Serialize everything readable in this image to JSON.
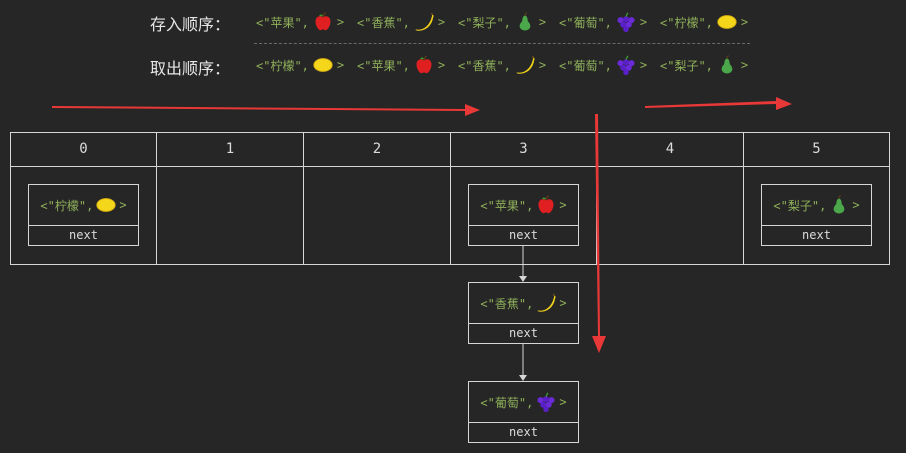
{
  "rows": {
    "in_label": "存入顺序：",
    "out_label": "取出顺序：",
    "in_items": [
      {
        "text": "<\"苹果\",",
        "fruit": "apple-icon",
        "close": ">"
      },
      {
        "text": "<\"香蕉\",",
        "fruit": "banana-icon",
        "close": ">"
      },
      {
        "text": "<\"梨子\",",
        "fruit": "pear-icon",
        "close": ">"
      },
      {
        "text": "<\"葡萄\",",
        "fruit": "grape-icon",
        "close": ">"
      },
      {
        "text": "<\"柠檬\",",
        "fruit": "lemon-icon",
        "close": ">"
      }
    ],
    "out_items": [
      {
        "text": "<\"柠檬\",",
        "fruit": "lemon-icon",
        "close": ">"
      },
      {
        "text": "<\"苹果\",",
        "fruit": "apple-icon",
        "close": ">"
      },
      {
        "text": "<\"香蕉\",",
        "fruit": "banana-icon",
        "close": ">"
      },
      {
        "text": "<\"葡萄\",",
        "fruit": "grape-icon",
        "close": ">"
      },
      {
        "text": "<\"梨子\",",
        "fruit": "pear-icon",
        "close": ">"
      }
    ]
  },
  "table": {
    "headers": [
      "0",
      "1",
      "2",
      "3",
      "4",
      "5"
    ]
  },
  "nodes": {
    "lemon": {
      "text": "<\"柠檬\",",
      "close": ">",
      "next": "next"
    },
    "apple": {
      "text": "<\"苹果\",",
      "close": ">",
      "next": "next"
    },
    "pear": {
      "text": "<\"梨子\",",
      "close": " >",
      "next": "next"
    },
    "banana": {
      "text": "<\"香蕉\",",
      "close": ">",
      "next": "next"
    },
    "grape": {
      "text": "<\"葡萄\",",
      "close": ">",
      "next": "next"
    }
  },
  "colors": {
    "background": "#262626",
    "text_green": "#8fb05a",
    "arrow_red": "#e83838",
    "line": "#d6d6d6"
  }
}
